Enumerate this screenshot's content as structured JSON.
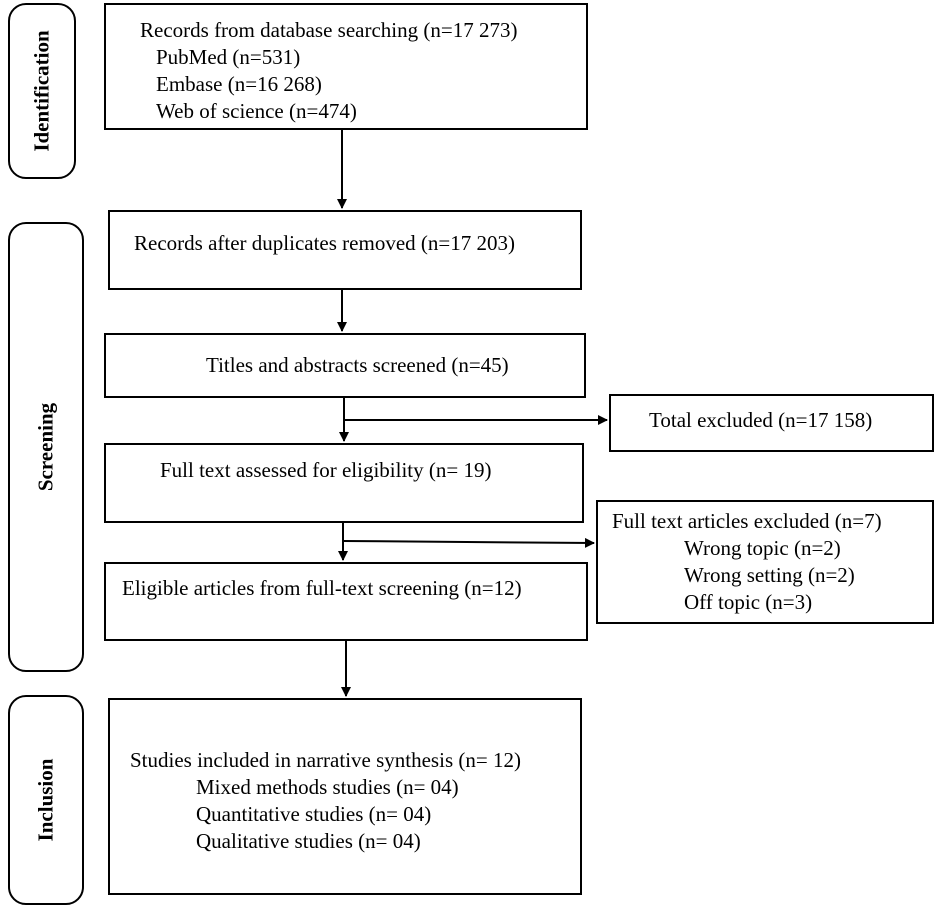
{
  "stages": {
    "identification": "Identification",
    "screening": "Screening",
    "inclusion": "Inclusion"
  },
  "boxes": {
    "records_identified": {
      "title": "Records from database searching (n=17 273)",
      "items": [
        "PubMed (n=531)",
        "Embase (n=16 268)",
        "Web of science (n=474)"
      ]
    },
    "duplicates_removed": {
      "title": "Records after duplicates removed (n=17 203)"
    },
    "titles_screened": {
      "title": "Titles and abstracts screened (n=45)"
    },
    "total_excluded": {
      "title": "Total excluded (n=17 158)"
    },
    "full_text_assessed": {
      "title": "Full text assessed for eligibility (n= 19)"
    },
    "full_text_excluded": {
      "title": "Full text articles excluded (n=7)",
      "items": [
        "Wrong topic (n=2)",
        "Wrong setting (n=2)",
        "Off topic (n=3)"
      ]
    },
    "eligible_articles": {
      "title": "Eligible articles from full-text screening (n=12)"
    },
    "studies_included": {
      "title": "Studies included in narrative synthesis (n= 12)",
      "items": [
        "Mixed methods studies (n= 04)",
        "Quantitative studies (n= 04)",
        "Qualitative studies (n= 04)"
      ]
    }
  }
}
